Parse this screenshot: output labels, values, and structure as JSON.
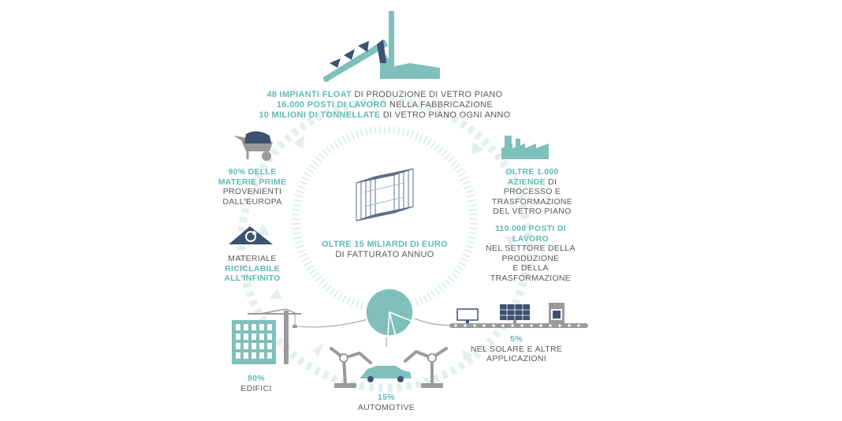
{
  "colors": {
    "teal": "#7fbfbc",
    "teal_text": "#5ebab6",
    "navy": "#3c5270",
    "gray": "#9a9a9a",
    "light": "#e4f0ef",
    "text": "#5a5a5a"
  },
  "top": {
    "line1_hl": "48 IMPIANTI FLOAT",
    "line1_rest": " DI PRODUZIONE DI VETRO PIANO",
    "line2_hl": "16.000 POSTI DI LAVORO",
    "line2_rest": " NELLA FABBRICAZIONE",
    "line3_hl": "10 MILIONI DI TONNELLATE",
    "line3_rest": " DI VETRO PIANO OGNI ANNO"
  },
  "raw_materials": {
    "hl1": "90% DELLE",
    "hl2": "MATERIE PRIME",
    "rest1": "PROVENIENTI",
    "rest2": "DALL'EUROPA"
  },
  "recycle": {
    "line1": "MATERIALE",
    "hl1": "RICICLABILE",
    "hl2": "ALL'INFINITO"
  },
  "companies": {
    "hl1": "OLTRE 1.000",
    "hl2": "AZIENDE",
    "rest2": " DI",
    "rest3": "PROCESSO E",
    "rest4": "TRASFORMAZIONE",
    "rest5": "DEL VETRO PIANO"
  },
  "jobs": {
    "hl1": "110.000 POSTI DI",
    "hl2": "LAVORO",
    "rest1": "NEL SETTORE DELLA",
    "rest2": "PRODUZIONE",
    "rest3": "E DELLA",
    "rest4": "TRASFORMAZIONE"
  },
  "center": {
    "hl": "OLTRE 15 MILIARDI DI EURO",
    "rest": "DI FATTURATO ANNUO"
  },
  "solar": {
    "pct": "5%",
    "line1": "NEL SOLARE E ALTRE",
    "line2": "APPLICAZIONI"
  },
  "buildings": {
    "pct": "80%",
    "label": "EDIFICI"
  },
  "automotive": {
    "pct": "15%",
    "label": "AUTOMOTIVE"
  },
  "pie": {
    "segments": [
      {
        "label": "EDIFICI",
        "value": 80
      },
      {
        "label": "AUTOMOTIVE",
        "value": 15
      },
      {
        "label": "SOLARE",
        "value": 5
      }
    ]
  },
  "icons": [
    "factory-conveyor-icon",
    "wheelbarrow-icon",
    "recycle-icon",
    "small-factory-icon",
    "glass-panes-icon",
    "building-crane-icon",
    "robot-car-icon",
    "solar-panel-icon",
    "monitor-icon",
    "oven-icon"
  ]
}
